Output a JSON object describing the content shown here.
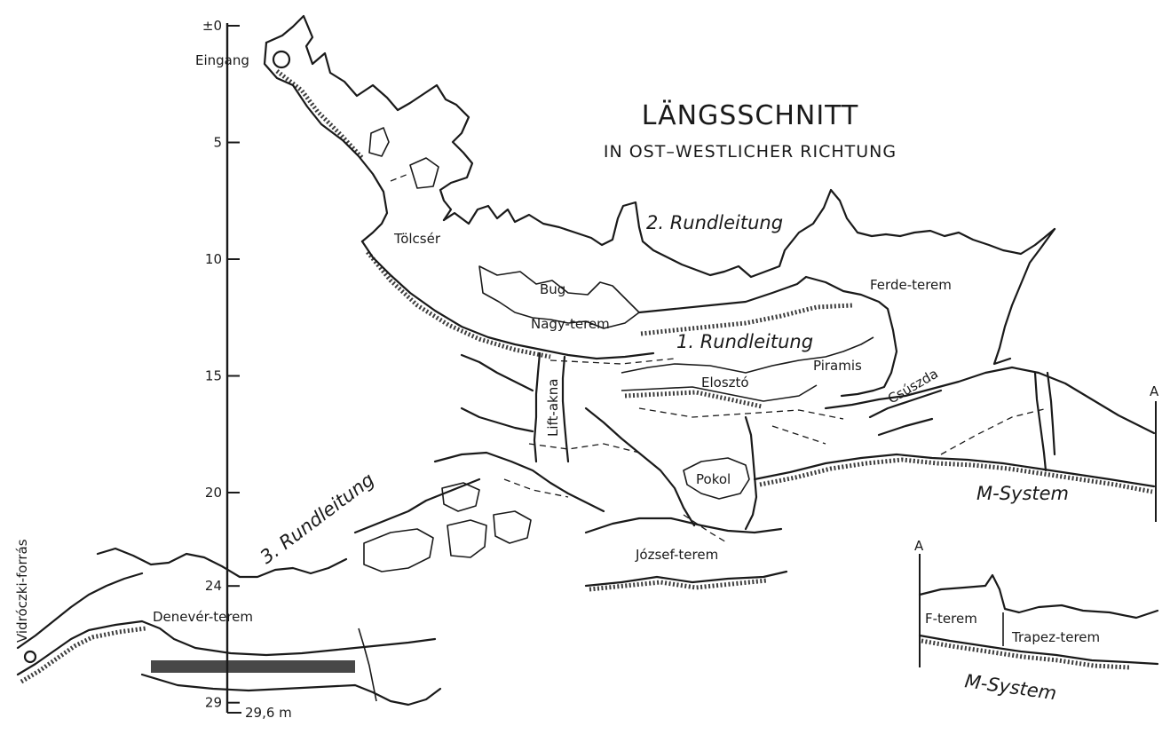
{
  "title": "LÄNGSSCHNITT",
  "subtitle": "IN OST–WESTLICHER RICHTUNG",
  "depth_scale": {
    "ticks": [
      {
        "value": 0,
        "label": "±0"
      },
      {
        "value": 5,
        "label": "5"
      },
      {
        "value": 10,
        "label": "10"
      },
      {
        "value": 15,
        "label": "15"
      },
      {
        "value": 20,
        "label": "20"
      },
      {
        "value": 24,
        "label": "24"
      },
      {
        "value": 29,
        "label": "29"
      }
    ],
    "max_label": "29,6 m"
  },
  "labels": {
    "entrance": "Eingang",
    "tolcser": "Tölcsér",
    "bug": "Bug",
    "nagy_terem": "Nagy-terem",
    "ferde_terem": "Ferde-terem",
    "piramis": "Piramis",
    "eloszto": "Elosztó",
    "csuszda": "Csúszda",
    "lift_akna": "Lift-akna",
    "pokol": "Pokol",
    "jozsef_terem": "József-terem",
    "denever_terem": "Denevér-terem",
    "spring": "Vidróczki-forrás",
    "f_terem": "F-terem",
    "trapez_terem": "Trapez-terem"
  },
  "routes": {
    "rundleitung_1": "1. Rundleitung",
    "rundleitung_2": "2. Rundleitung",
    "rundleitung_3": "3. Rundleitung"
  },
  "m_system_main": "M-System",
  "m_system_inset": "M-System",
  "section_marker_top": "A",
  "section_marker_inset": "A"
}
